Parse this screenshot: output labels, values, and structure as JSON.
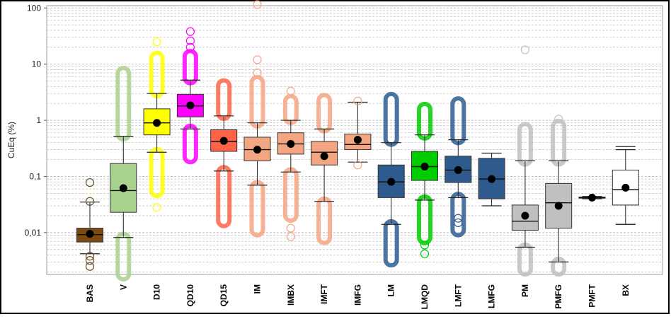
{
  "chart_data": {
    "type": "boxplot",
    "ylabel": "CuEq (%)",
    "yscale": "log",
    "ylim": [
      0.0018,
      110
    ],
    "yticks": [
      {
        "value": 0.01,
        "label": "0,01"
      },
      {
        "value": 0.1,
        "label": "0,1"
      },
      {
        "value": 1,
        "label": "1"
      },
      {
        "value": 10,
        "label": "10"
      },
      {
        "value": 100,
        "label": "100"
      }
    ],
    "grid": true,
    "categories": [
      "BAS",
      "V",
      "D10",
      "QD10",
      "QD15",
      "IM",
      "IMBX",
      "IMFT",
      "IMFG",
      "LM",
      "LMQD",
      "LMFT",
      "LMFG",
      "PM",
      "PMFG",
      "PMFT",
      "BX"
    ],
    "boxes": [
      {
        "name": "BAS",
        "whisker_low": 0.0042,
        "q1": 0.0068,
        "median": 0.0092,
        "q3": 0.012,
        "whisker_high": 0.035,
        "mean": 0.0095,
        "color": "#7a4a0e",
        "outliers": [
          0.0025,
          0.0032,
          0.0038,
          0.036,
          0.078
        ]
      },
      {
        "name": "V",
        "whisker_low": 0.0082,
        "q1": 0.023,
        "median": 0.056,
        "q3": 0.17,
        "whisker_high": 0.52,
        "mean": 0.062,
        "color": "#a9d18e",
        "outliers_low": [
          0.0018,
          0.0078
        ],
        "outliers_high": [
          0.56,
          7.0
        ]
      },
      {
        "name": "D10",
        "whisker_low": 0.27,
        "q1": 0.55,
        "median": 0.9,
        "q3": 1.6,
        "whisker_high": 3.0,
        "mean": 0.9,
        "color": "#ffff00",
        "outliers_low": [
          0.055,
          0.25
        ],
        "outliers_high": [
          3.3,
          13
        ],
        "outliers": [
          0.028,
          25
        ]
      },
      {
        "name": "QD10",
        "whisker_low": 0.7,
        "q1": 1.15,
        "median": 1.8,
        "q3": 2.9,
        "whisker_high": 5.2,
        "mean": 1.85,
        "color": "#ff00ff",
        "outliers_low": [
          0.22,
          0.65
        ],
        "outliers_high": [
          5.6,
          14
        ],
        "outliers": [
          20,
          26,
          38
        ]
      },
      {
        "name": "QD15",
        "whisker_low": 0.125,
        "q1": 0.28,
        "median": 0.42,
        "q3": 0.68,
        "whisker_high": 1.2,
        "mean": 0.43,
        "color": "#ff6347",
        "outliers_low": [
          0.016,
          0.12
        ],
        "outliers_high": [
          1.3,
          4.2
        ]
      },
      {
        "name": "IM",
        "whisker_low": 0.07,
        "q1": 0.19,
        "median": 0.3,
        "q3": 0.5,
        "whisker_high": 0.9,
        "mean": 0.3,
        "color": "#f4a582",
        "outliers_low": [
          0.011,
          0.065
        ],
        "outliers_high": [
          0.95,
          4.8
        ],
        "outliers": [
          7,
          12,
          115
        ]
      },
      {
        "name": "IMBX",
        "whisker_low": 0.12,
        "q1": 0.25,
        "median": 0.38,
        "q3": 0.6,
        "whisker_high": 1.0,
        "mean": 0.38,
        "color": "#f4a582",
        "outliers_low": [
          0.02,
          0.11
        ],
        "outliers_high": [
          1.1,
          2.2
        ],
        "outliers": [
          0.0085,
          0.012,
          3.3
        ]
      },
      {
        "name": "IMFT",
        "whisker_low": 0.036,
        "q1": 0.16,
        "median": 0.27,
        "q3": 0.42,
        "whisker_high": 0.7,
        "mean": 0.23,
        "color": "#f4a582",
        "outliers_low": [
          0.008,
          0.033
        ],
        "outliers_high": [
          0.78,
          2.3
        ]
      },
      {
        "name": "IMFG",
        "whisker_low": 0.18,
        "q1": 0.3,
        "median": 0.37,
        "q3": 0.57,
        "whisker_high": 2.1,
        "mean": 0.45,
        "color": "#f4a582",
        "outliers": [
          0.16,
          2.2
        ]
      },
      {
        "name": "LM",
        "whisker_low": 0.014,
        "q1": 0.042,
        "median": 0.08,
        "q3": 0.16,
        "whisker_high": 0.4,
        "mean": 0.08,
        "color": "#2e5a8e",
        "outliers_low": [
          0.0032,
          0.013
        ],
        "outliers_high": [
          0.45,
          2.4
        ]
      },
      {
        "name": "LMQD",
        "whisker_low": 0.038,
        "q1": 0.085,
        "median": 0.15,
        "q3": 0.28,
        "whisker_high": 0.55,
        "mean": 0.15,
        "color": "#00cc00",
        "outliers_low": [
          0.008,
          0.036
        ],
        "outliers_high": [
          0.58,
          1.6
        ],
        "outliers": [
          0.0042,
          0.006
        ]
      },
      {
        "name": "LMFT",
        "whisker_low": 0.042,
        "q1": 0.078,
        "median": 0.13,
        "q3": 0.23,
        "whisker_high": 0.45,
        "mean": 0.13,
        "color": "#2e5a8e",
        "outliers_low": [
          0.011,
          0.04
        ],
        "outliers_high": [
          0.48,
          2.0
        ],
        "outliers": [
          0.015,
          0.018
        ]
      },
      {
        "name": "LMFG",
        "whisker_low": 0.03,
        "q1": 0.04,
        "median": 0.09,
        "q3": 0.21,
        "whisker_high": 0.26,
        "mean": 0.09,
        "color": "#2e5a8e",
        "outliers": []
      },
      {
        "name": "PM",
        "whisker_low": 0.0055,
        "q1": 0.011,
        "median": 0.016,
        "q3": 0.031,
        "whisker_high": 0.19,
        "mean": 0.02,
        "color": "#c0c0c0",
        "outliers_low": [
          0.0022,
          0.005
        ],
        "outliers_high": [
          0.2,
          0.7
        ],
        "outliers": [
          18
        ]
      },
      {
        "name": "PMFG",
        "whisker_low": 0.003,
        "q1": 0.012,
        "median": 0.034,
        "q3": 0.075,
        "whisker_high": 0.19,
        "mean": 0.03,
        "color": "#c0c0c0",
        "outliers_low": [
          0.0022,
          0.0028
        ],
        "outliers_high": [
          0.2,
          0.8
        ],
        "outliers": [
          1.05
        ]
      },
      {
        "name": "PMFT",
        "whisker_low": 0.04,
        "q1": 0.041,
        "median": 0.042,
        "q3": 0.043,
        "whisker_high": 0.044,
        "mean": 0.042,
        "color": "#1a1a1a",
        "outliers": []
      },
      {
        "name": "BX",
        "whisker_low": 0.014,
        "q1": 0.031,
        "median": 0.058,
        "q3": 0.13,
        "whisker_high": 0.3,
        "mean": 0.063,
        "color": "#ffffff",
        "outliers": [],
        "caps": [
          0.014,
          0.34
        ]
      }
    ]
  }
}
